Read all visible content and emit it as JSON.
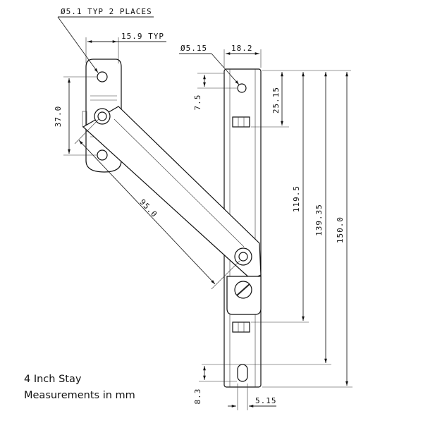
{
  "drawing": {
    "notes": {
      "hole_callout": "Ø5.1 TYP 2 PLACES",
      "width_typ": "15.9 TYP",
      "top_hole": "Ø5.15",
      "bar_width": "18.2"
    },
    "dimensions": {
      "d_7_5": "7.5",
      "d_25_15": "25.15",
      "d_37_0": "37.0",
      "d_95_0": "95.0",
      "d_119_5": "119.5",
      "d_139_35": "139.35",
      "d_150_0": "150.0",
      "d_8_3": "8.3",
      "d_5_15_slot": "5.15"
    }
  },
  "caption": {
    "line1": "4 Inch Stay",
    "line2": "Measurements in mm"
  }
}
